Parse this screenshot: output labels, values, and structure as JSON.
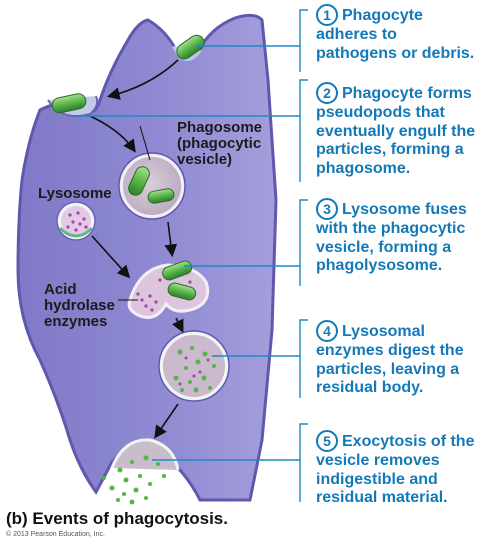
{
  "labels": {
    "phagosome": [
      "Phagosome",
      "(phagocytic",
      "vesicle)"
    ],
    "lysosome": "Lysosome",
    "acid_hydrolase": [
      "Acid",
      "hydrolase",
      "enzymes"
    ]
  },
  "steps": [
    {
      "number": "1",
      "lines": [
        "Phagocyte",
        "adheres to",
        "pathogens or debris."
      ]
    },
    {
      "number": "2",
      "lines": [
        "Phagocyte forms",
        "pseudopods that",
        "eventually engulf the",
        "particles, forming a",
        "phagosome."
      ]
    },
    {
      "number": "3",
      "lines": [
        "Lysosome fuses",
        "with the phagocytic",
        "vesicle, forming a",
        "phagolysosome."
      ]
    },
    {
      "number": "4",
      "lines": [
        "Lysosomal",
        "enzymes digest the",
        "particles, leaving a",
        "residual body."
      ]
    },
    {
      "number": "5",
      "lines": [
        "Exocytosis of the",
        "vesicle removes",
        "indigestible and",
        "residual material."
      ]
    }
  ],
  "caption": "(b) Events of phagocytosis.",
  "copyright": "© 2013 Pearson Education, Inc.",
  "colors": {
    "cell_fill": "#8b86cf",
    "membrane": "#5f58ad",
    "leader_line": "#1e88c8",
    "step_text": "#1479b8",
    "bacteria": "#56b548",
    "enzyme_dots": "#a0489e"
  }
}
